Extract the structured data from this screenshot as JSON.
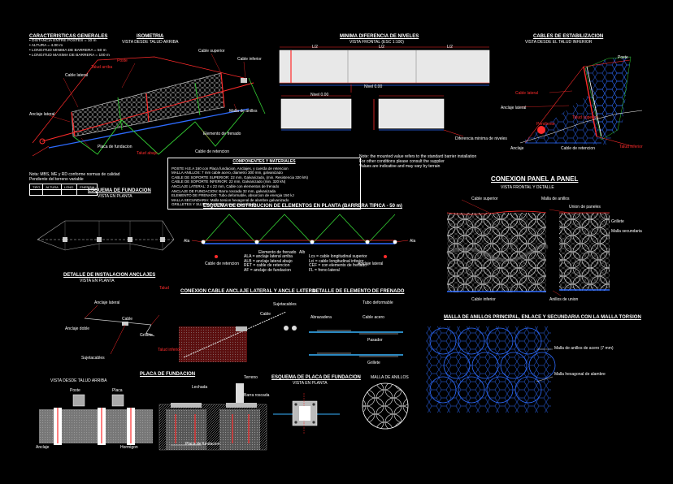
{
  "general": {
    "spec_title": "CARACTERISTICAS GENERALES",
    "spec_lines": [
      "• DISTANCIA ENTRE POSTES = 10 m",
      "• ALTURA = 4.00 m",
      "• LONGITUD MINIMA DE BARRERA = 50 m",
      "• LONGITUD MAXIMA DE BARRERA = 100 m"
    ]
  },
  "views": {
    "iso_title": "ISOMETRIA",
    "iso_sub": "VISTA DESDE TALUD ARRIBA",
    "sections_title": "MINIMA DIFERENCIA DE NIVELES",
    "sections_sub": "VISTA FRONTAL (ESC 1:100)",
    "side_title": "CABLES DE ESTABILIZACION",
    "side_sub": "VISTA DESDE EL TALUD INFERIOR",
    "found_title": "ESQUEMA DE FUNDACION",
    "found_sub": "VISTA EN PLANTA",
    "distrib_title": "ESQUEMA DE DISTRIBUCION DE ELEMENTOS EN PLANTA (BARRERA TIPICA - 50 m)",
    "anchor_title": "DETALLE DE INSTALACION ANCLAJES",
    "anchor_sub": "VISTA EN PLANTA",
    "lateral_title": "CONEXION CABLE ANCLAJE LATERAL Y ANCLE LATERAL",
    "brake_title": "DETALLE DE ELEMENTO DE FRENADO",
    "plate_title": "PLACA DE FUNDACION",
    "plate_view": "VISTA DESDE TALUD ARRIBA",
    "plateplan_title": "ESQUEMA DE PLACA DE FUNDACION",
    "plateplan_sub": "VISTA EN PLANTA",
    "ring_title": "MALLA DE ANILLOS",
    "panel_title": "CONEXION PANEL A PANEL",
    "panel_sub": "VISTA FRONTAL Y DETALLE",
    "net_title": "MALLA DE ANILLOS PRINCIPAL, ENLACE Y SECUNDARIA CON LA MALLA TORSION"
  },
  "components": {
    "title": "COMPONENTES Y MATERIALES",
    "lines": [
      "POSTE H.E.A 160 con Placa fundacion, Anclajes, y cuerda de retencion",
      "MALLA ANILLOS: 7 mm cable acero, diametro 300 mm, galvanizado",
      "CABLE DE SOPORTE SUPERIOR: 22 mm, Galvanizado, (min. Resistencia 320 kN)",
      "CABLE DE SOPORTE INFERIOR: 22 mm, Galvanizado (min. 320 kN)",
      "ANCLAJE LATERAL: 2 x 22 mm, Cable con elementos de frenado",
      "ANCLAJE DE FUNDACION: Barra roscada 32 mm, galvanizada",
      "ELEMENTO DE FRENADO: Tubo deformable, absorcion de energia 150 kJ",
      "MALLA SECUNDARIA: Malla torsion hexagonal de alambre galvanizado",
      "GRILLETES Y SUJETACABLES: acero galvanizado"
    ]
  },
  "notes": {
    "table_headers": [
      "TIPO",
      "ALTURA",
      "LONG.",
      "ENERGIA"
    ],
    "note_left": "Nota: MBS, ME y RD conforme normas de calidad",
    "note_left2": "Pendiente del terreno variable",
    "note_center": "Note: the mounted value refers to the standard barrier installation",
    "note_center2": "For other conditions please consult the supplier",
    "note_center3": "Values are indicative and may vary by terrain"
  },
  "iso_labels": [
    "Poste",
    "Cable superior",
    "Cable inferior",
    "Cable lateral",
    "Anclaje lateral",
    "Malla de anillos",
    "Elemento de frenado",
    "Placa de fundacion",
    "Talud arriba",
    "Talud abajo",
    "Cable de retencion"
  ],
  "section_labels": [
    "L/2",
    "L/2",
    "L/2",
    "Nivel 0.00",
    "Nivel 0.00",
    "Diferencia minima de niveles"
  ],
  "side_labels": [
    "Poste",
    "Cable lateral",
    "Anclaje lateral",
    "Talud superior",
    "Anclaje",
    "Talud inferior",
    "Cable de retencion",
    "Pendiente"
  ],
  "distrib_labels": [
    "Ala",
    "Alb",
    "Ala",
    "Cable de retencion",
    "Elemento de frenado",
    "Anclaje lateral"
  ],
  "distrib_legend": [
    "ALA = anclaje lateral arriba",
    "ALB = anclaje lateral abajo",
    "RET = cable de retencion",
    "AF = anclaje de fundacion"
  ],
  "distrib_legend2": [
    "Lcs = cable longitudinal superior",
    "Lci = cable longitudinal inferior",
    "CEF = con elemento de frenado",
    "FL = freno lateral"
  ],
  "anchor_labels": [
    "Anclaje lateral",
    "Cable",
    "Grillete",
    "Talud",
    "Anclaje doble",
    "Sujetacables",
    "Talud inferior"
  ],
  "brake_labels": [
    "Tubo deformable",
    "Cable",
    "Sujetacables",
    "Abrazadera",
    "Cable acero",
    "Pasador",
    "Grillete"
  ],
  "plate_labels": [
    "Poste",
    "Placa",
    "Anclaje",
    "Hormigon",
    "Lechada",
    "Terreno",
    "Placa de fundacion",
    "Barra roscada"
  ],
  "panel_labels": [
    "Cable superior",
    "Malla de anillos",
    "Union de paneles",
    "Grillete",
    "Malla secundaria",
    "Cable inferior",
    "Anillos de union"
  ],
  "net_labels": [
    "Malla de anillos de acero (7 mm)",
    "Malla hexagonal de alambre"
  ],
  "colors": {
    "red": "#ff2b2b",
    "green": "#33cc33",
    "blue": "#2d6bff",
    "cyan": "#39b5ff",
    "grey": "#9a9a9a",
    "white": "#ffffff"
  }
}
